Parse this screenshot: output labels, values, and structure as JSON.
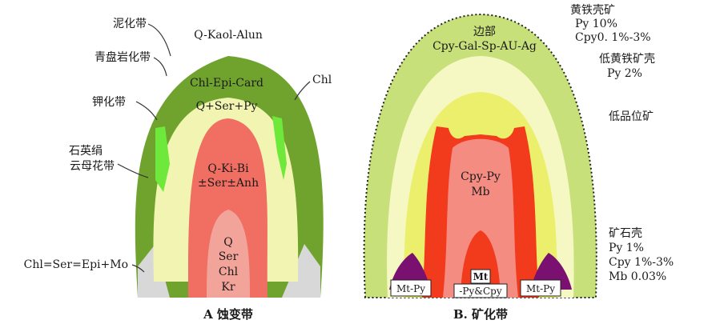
{
  "colors": {
    "outer_zone": "#6fa32e",
    "phyllic_zone": "#f2f5b2",
    "potassic_zone": "#f06f62",
    "core_zone": "#f3a49a",
    "green_patch": "#6ee83a",
    "grey_base": "#d8d8d8",
    "b_outer": "#c8e07a",
    "b_mid": "#f5f8c2",
    "b_inner": "#ecef6c",
    "b_red": "#f23a1c",
    "b_core": "#f58c82",
    "purple": "#7a1070"
  },
  "left_labels": {
    "mud": "泥化带",
    "propylitic": "青盘岩化带",
    "potassic": "钾化带",
    "phyllic_1": "石英绢",
    "phyllic_2": "云母花带",
    "base": "Chl=Ser=Epi+Mo",
    "chl": "Chl"
  },
  "zones_a": {
    "outer": "Q-Kaol-Alun",
    "propylitic": "Chl-Epi-Card",
    "phyllic": "Q+Ser+Py",
    "potassic_1": "Q-Ki-Bi",
    "potassic_2": "±Ser±Anh",
    "core_1": "Q",
    "core_2": "Ser",
    "core_3": "Chl",
    "core_4": "Kr"
  },
  "zones_b": {
    "edge_1": "边部",
    "edge_2": "Cpy-Gal-Sp-AU-Ag",
    "center_1": "Cpy-Py",
    "center_2": "Mb",
    "mt_1": "Mt",
    "mt_2": "-Py&Cpy",
    "mtpy_left": "Mt-Py",
    "mtpy_right": "Mt-Py"
  },
  "right_labels": {
    "pyrite_shell": "黄铁壳矿",
    "py10": "Py 10%",
    "cpy01": "Cpy0. 1%-3%",
    "low_pyrite": "低黄铁矿壳",
    "py2": "Py 2%",
    "low_grade": "低品位矿",
    "ore_shell": "矿石壳",
    "py1": "Py 1%",
    "cpy1": "Cpy 1%-3%",
    "mb": "Mb 0.03%"
  },
  "captions": {
    "a": "A 蚀变带",
    "b": "B. 矿化带"
  }
}
